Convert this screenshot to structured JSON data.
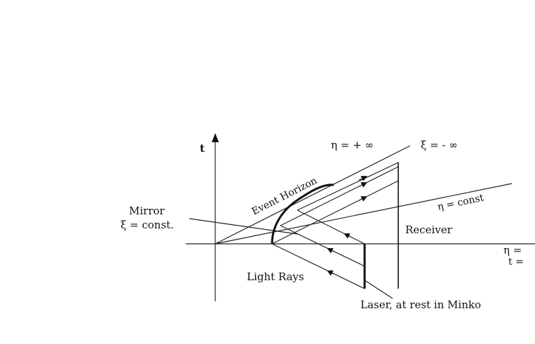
{
  "labels": {
    "t_axis": "t",
    "eta_plus_inf": "η = + ∞",
    "xi_minus_inf": "ξ = - ∞",
    "event_horizon": "Event Horizon",
    "eta_const": "η = const",
    "mirror_line1": "Mirror",
    "mirror_line2": "ξ = const.",
    "receiver": "Receiver",
    "eta_right": "η =",
    "t_right": "t =",
    "light_rays": "Light Rays",
    "laser": "Laser, at rest in Minko"
  }
}
